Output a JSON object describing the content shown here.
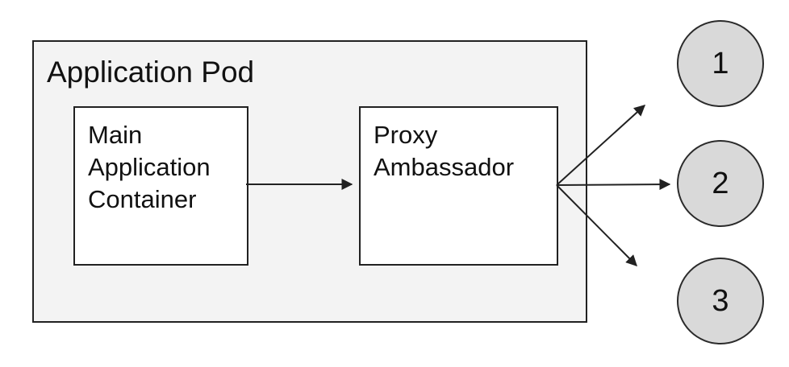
{
  "diagram": {
    "pod": {
      "label": "Application Pod"
    },
    "nodes": [
      {
        "id": "main-application-container",
        "label": "Main Application Container"
      },
      {
        "id": "proxy-ambassador",
        "label": "Proxy Ambassador"
      }
    ],
    "endpoints": [
      {
        "label": "1"
      },
      {
        "label": "2"
      },
      {
        "label": "3"
      }
    ],
    "connections": [
      {
        "from": "main-application-container",
        "to": "proxy-ambassador"
      },
      {
        "from": "proxy-ambassador",
        "to": "1"
      },
      {
        "from": "proxy-ambassador",
        "to": "2"
      },
      {
        "from": "proxy-ambassador",
        "to": "3"
      }
    ],
    "colors": {
      "pod_fill": "#f3f3f3",
      "node_fill": "#ffffff",
      "endpoint_fill": "#d9d9d9",
      "stroke": "#212121",
      "text": "#111111",
      "background": "#ffffff"
    }
  }
}
